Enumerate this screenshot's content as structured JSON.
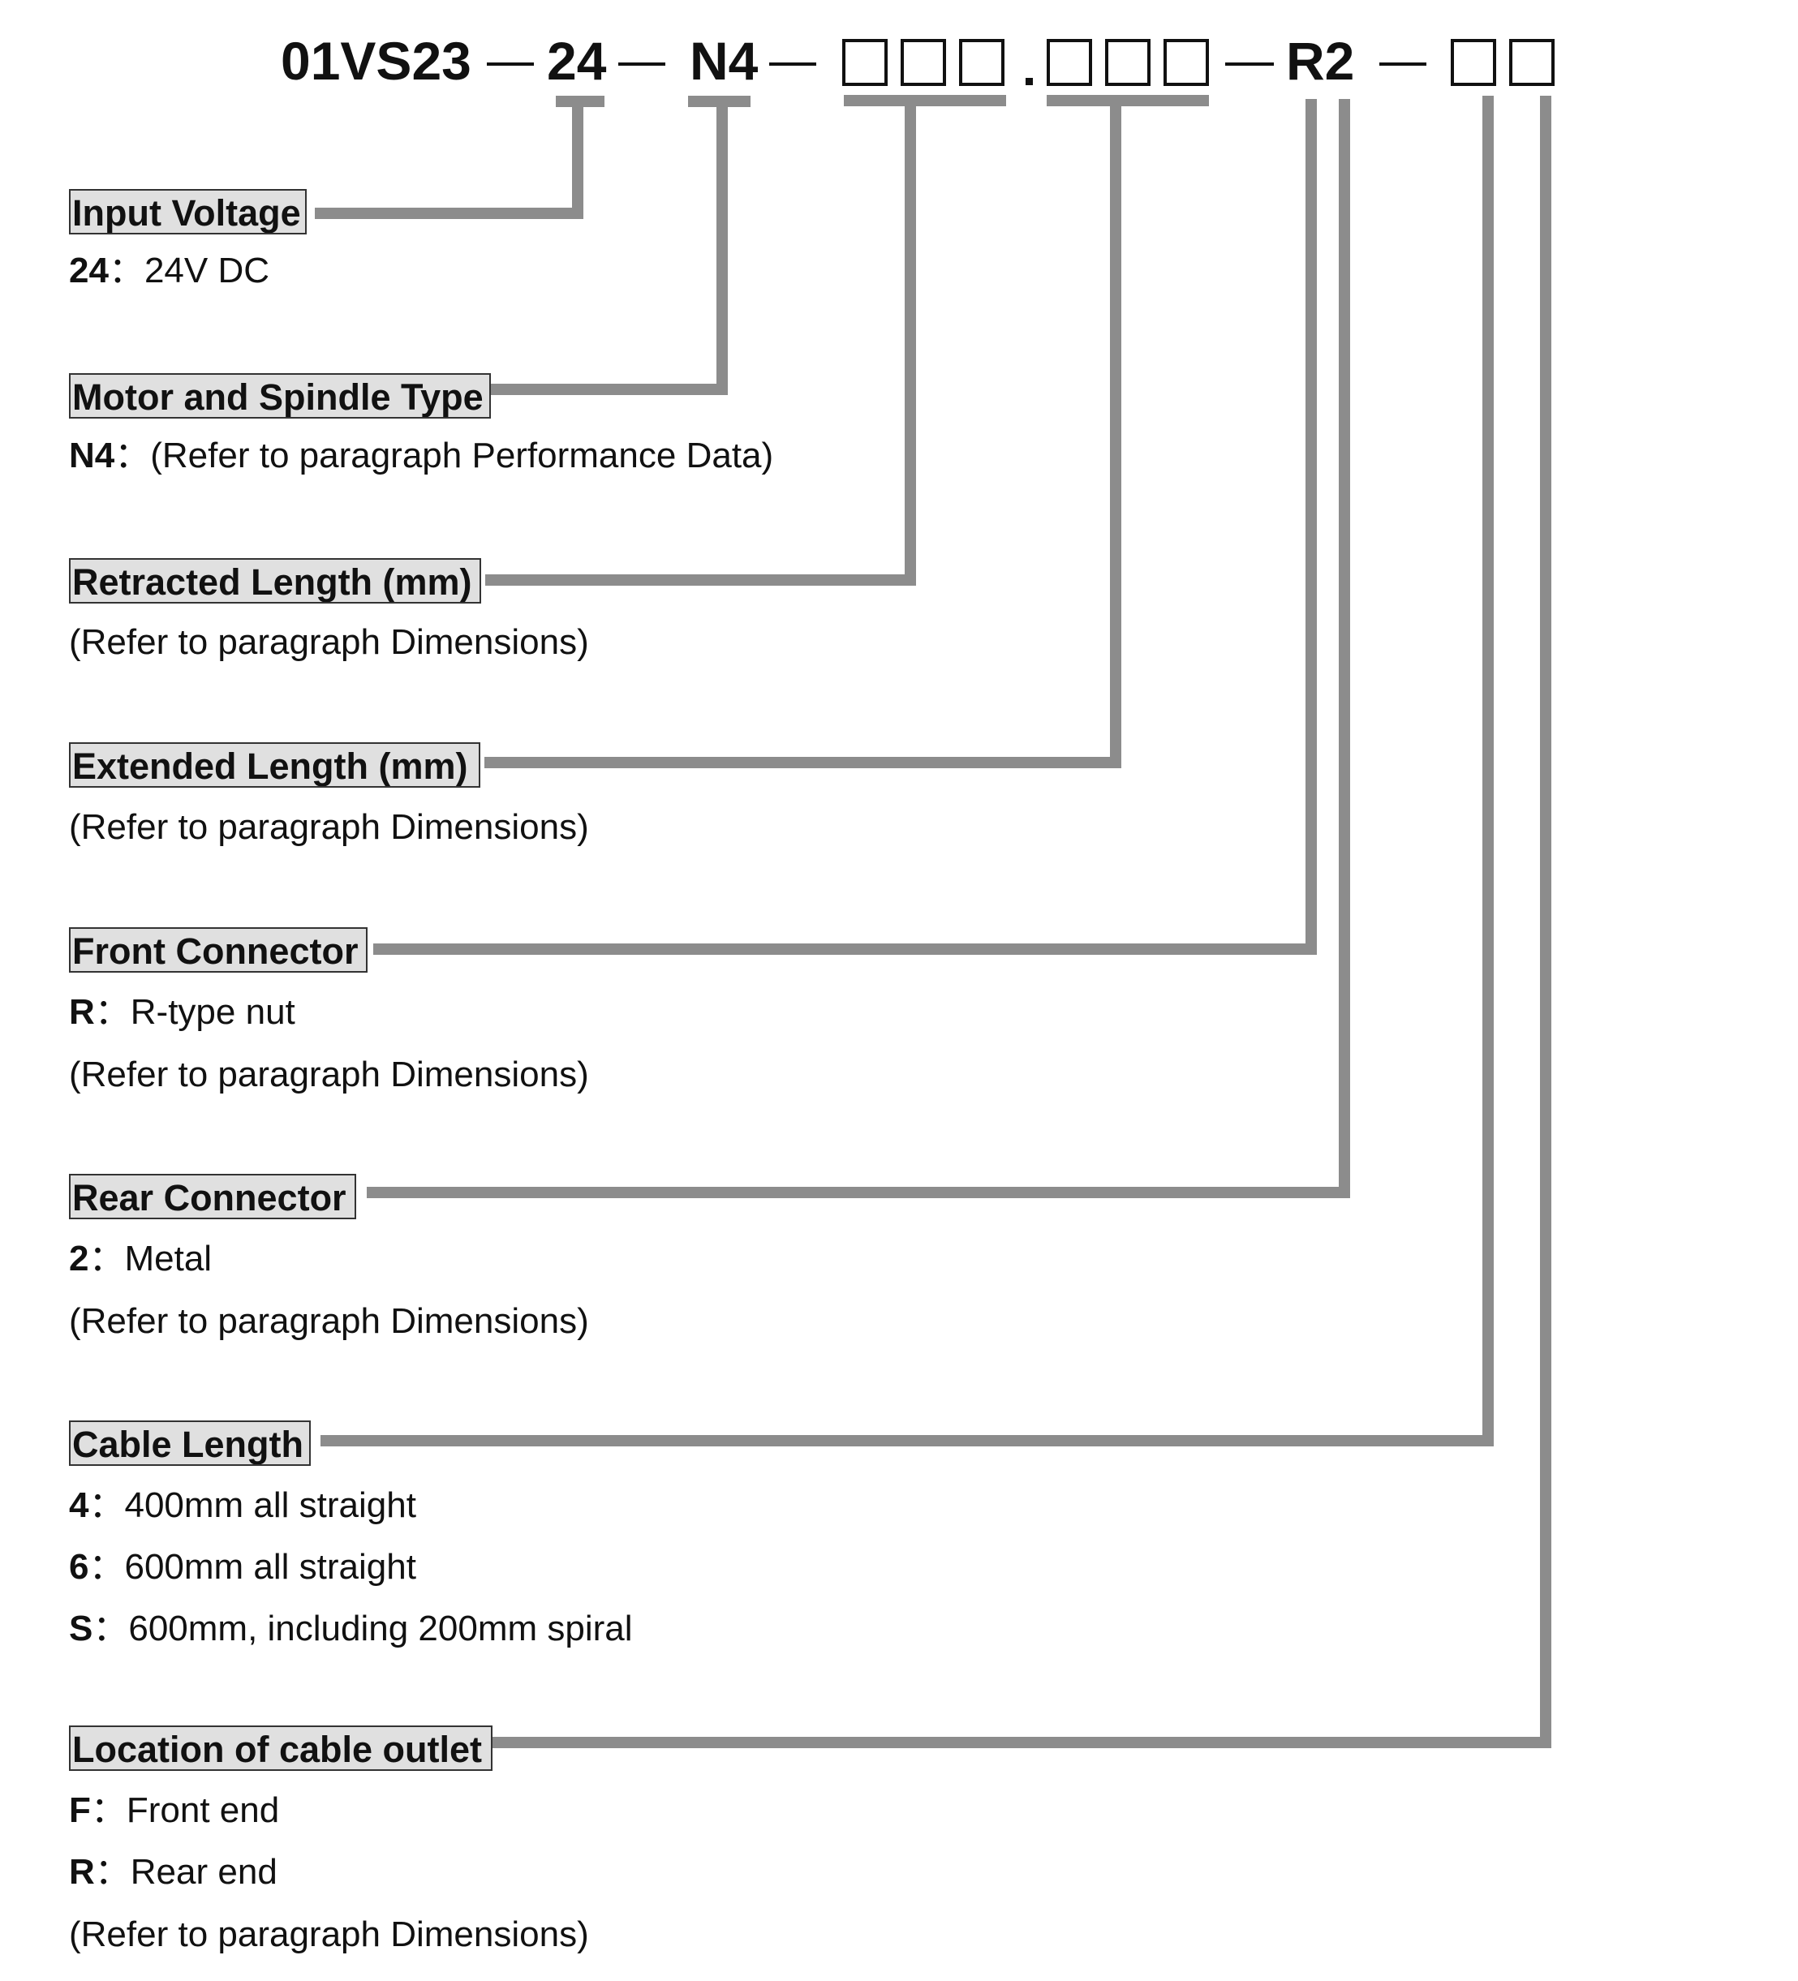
{
  "code": {
    "prefix": "01VS23",
    "voltage": "24",
    "motor": "N4",
    "dot": ".",
    "connectors": "R2"
  },
  "sections": {
    "input_voltage": {
      "title": "Input Voltage",
      "lines": [
        {
          "key": "24",
          "sep": "：",
          "text": "24V DC"
        }
      ]
    },
    "motor_spindle": {
      "title": "Motor and Spindle Type",
      "lines": [
        {
          "key": "N4",
          "sep": "：",
          "text": "(Refer to paragraph Performance Data)"
        }
      ]
    },
    "retracted_length": {
      "title": "Retracted Length (mm)",
      "lines": [
        {
          "text": "(Refer to paragraph Dimensions)"
        }
      ]
    },
    "extended_length": {
      "title": "Extended Length (mm)",
      "lines": [
        {
          "text": "(Refer to paragraph Dimensions)"
        }
      ]
    },
    "front_connector": {
      "title": "Front Connector",
      "lines": [
        {
          "key": "R",
          "sep": "：",
          "text": "R-type nut"
        },
        {
          "text": "(Refer to paragraph Dimensions)"
        }
      ]
    },
    "rear_connector": {
      "title": "Rear Connector",
      "lines": [
        {
          "key": "2",
          "sep": "：",
          "text": "Metal"
        },
        {
          "text": "(Refer to paragraph Dimensions)"
        }
      ]
    },
    "cable_length": {
      "title": "Cable Length",
      "lines": [
        {
          "key": "4",
          "sep": "：",
          "text": "400mm all straight"
        },
        {
          "key": "6",
          "sep": "：",
          "text": "600mm all straight"
        },
        {
          "key": "S",
          "sep": "：",
          "text": "600mm, including 200mm spiral"
        }
      ]
    },
    "cable_outlet": {
      "title": "Location of cable outlet",
      "lines": [
        {
          "key": "F",
          "sep": "：",
          "text": "Front end"
        },
        {
          "key": "R",
          "sep": "：",
          "text": "Rear end"
        },
        {
          "text": "(Refer to paragraph Dimensions)"
        }
      ]
    }
  },
  "colors": {
    "connector_line": "#8c8c8c",
    "header_fill": "#e0e0e0",
    "text": "#111111"
  }
}
